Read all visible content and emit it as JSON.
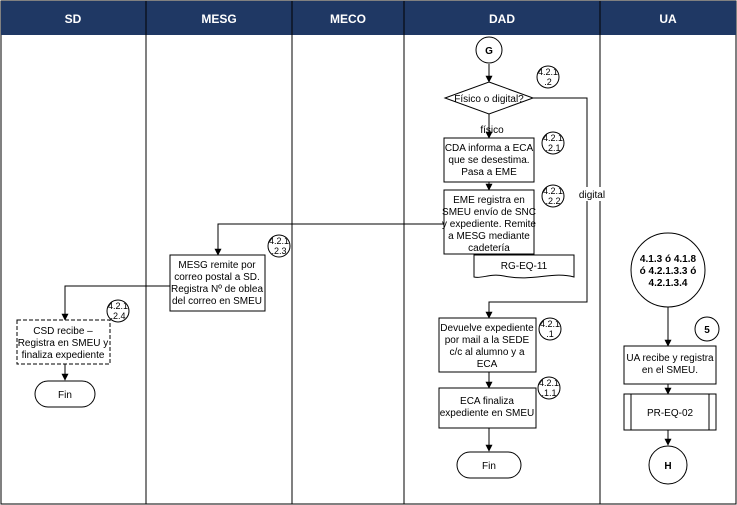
{
  "colors": {
    "header": "#1f3864",
    "border": "#000000",
    "background": "#ffffff"
  },
  "lanes": [
    "SD",
    "MESG",
    "MECO",
    "DAD",
    "UA"
  ],
  "connectors": {
    "g": "G",
    "five": "5",
    "h": "H"
  },
  "decision": "Físico o digital?",
  "branch_labels": {
    "fisico": "físico",
    "digital": "digital"
  },
  "refs": {
    "r1": [
      "4.2.1",
      ".2"
    ],
    "r2": [
      "4.2.1",
      ".2.1"
    ],
    "r3": [
      "4.2.1",
      ".2.2"
    ],
    "r4": [
      "4.2.1",
      ".2.3"
    ],
    "r5": [
      "4.2.1",
      ".2.4"
    ],
    "r6": [
      "4.2.1",
      ".1"
    ],
    "r7": [
      "4.2.1",
      ".1.1"
    ]
  },
  "boxes": {
    "cda": [
      "CDA informa a ECA",
      "que se desestima.",
      "Pasa a EME"
    ],
    "eme": [
      "EME registra en",
      "SMEU envío de SNC",
      "y expediente. Remite",
      "a MESG mediante",
      "cadetería"
    ],
    "mesg": [
      "MESG remite por",
      "correo postal a SD.",
      "Registra Nº de oblea",
      "del correo en SMEU"
    ],
    "csd": [
      "CSD recibe –",
      "Registra en SMEU y",
      "finaliza expediente"
    ],
    "dev": [
      "Devuelve expediente",
      "por mail a la SEDE",
      "c/c al alumno y a",
      "ECA"
    ],
    "eca": [
      "ECA finaliza",
      "expediente en SMEU"
    ],
    "ua_ref": [
      "4.1.3 ó 4.1.8",
      "ó 4.2.1.3.3 ó",
      "4.2.1.3.4"
    ],
    "ua_rec": [
      "UA recibe y registra",
      "en el SMEU."
    ]
  },
  "documents": {
    "rg": "RG-EQ-11"
  },
  "subprocess": {
    "pr": "PR-EQ-02"
  },
  "terminators": {
    "fin_sd": "Fin",
    "fin_dad": "Fin"
  }
}
